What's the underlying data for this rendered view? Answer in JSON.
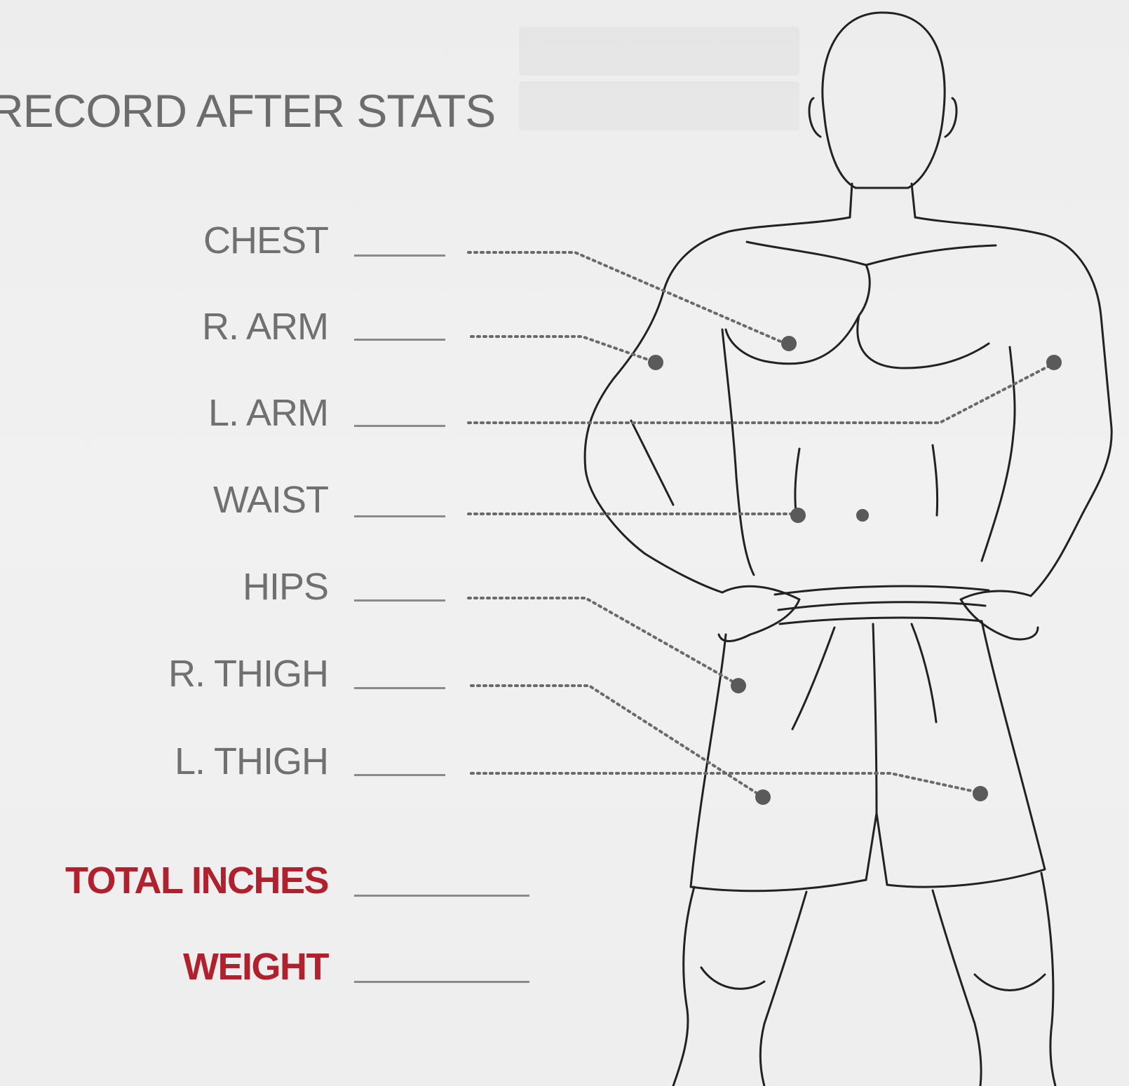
{
  "page": {
    "title": "RECORD AFTER STATS"
  },
  "measurements": [
    {
      "label": "CHEST"
    },
    {
      "label": "R. ARM"
    },
    {
      "label": "L. ARM"
    },
    {
      "label": "WAIST"
    },
    {
      "label": "HIPS"
    },
    {
      "label": "R. THIGH"
    },
    {
      "label": "L. THIGH"
    }
  ],
  "totals": [
    {
      "label": "TOTAL INCHES"
    },
    {
      "label": "WEIGHT"
    }
  ],
  "colors": {
    "label_gray": "#707070",
    "accent_red": "#b0202d",
    "marker": "#5a5a5a"
  },
  "figure": {
    "icon": "male-body-outline-icon"
  }
}
